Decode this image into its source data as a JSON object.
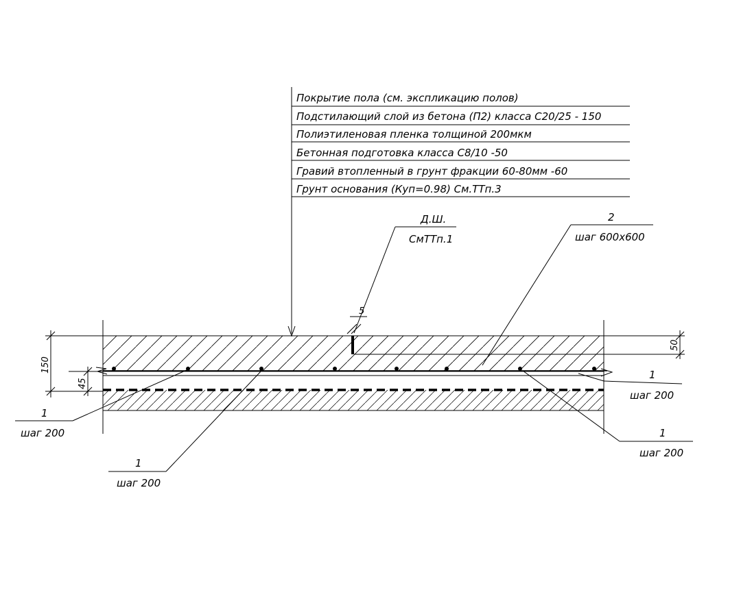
{
  "layers": [
    "Покрытие пола (см. экспликацию полов)",
    "Подстилающий слой из бетона (П2) класса С20/25 - 150",
    "Полиэтиленовая пленка толщиной 200мкм",
    "Бетонная подготовка класса С8/10 -50",
    "Гравий втопленный в грунт фракции 60-80мм -60",
    "Грунт основания (Куп=0.98) См.ТТп.3"
  ],
  "joint": {
    "title": "Д.Ш.",
    "ref": "СмТТп.1",
    "width": "5"
  },
  "mesh": {
    "mark": "2",
    "step": "шаг 600x600"
  },
  "callouts": [
    {
      "mark": "1",
      "step": "шаг 200"
    },
    {
      "mark": "1",
      "step": "шаг 200"
    },
    {
      "mark": "1",
      "step": "шаг 200"
    },
    {
      "mark": "1",
      "step": "шаг 200"
    }
  ],
  "dimensions": {
    "total": "150",
    "cover": "45",
    "cut": "50"
  }
}
